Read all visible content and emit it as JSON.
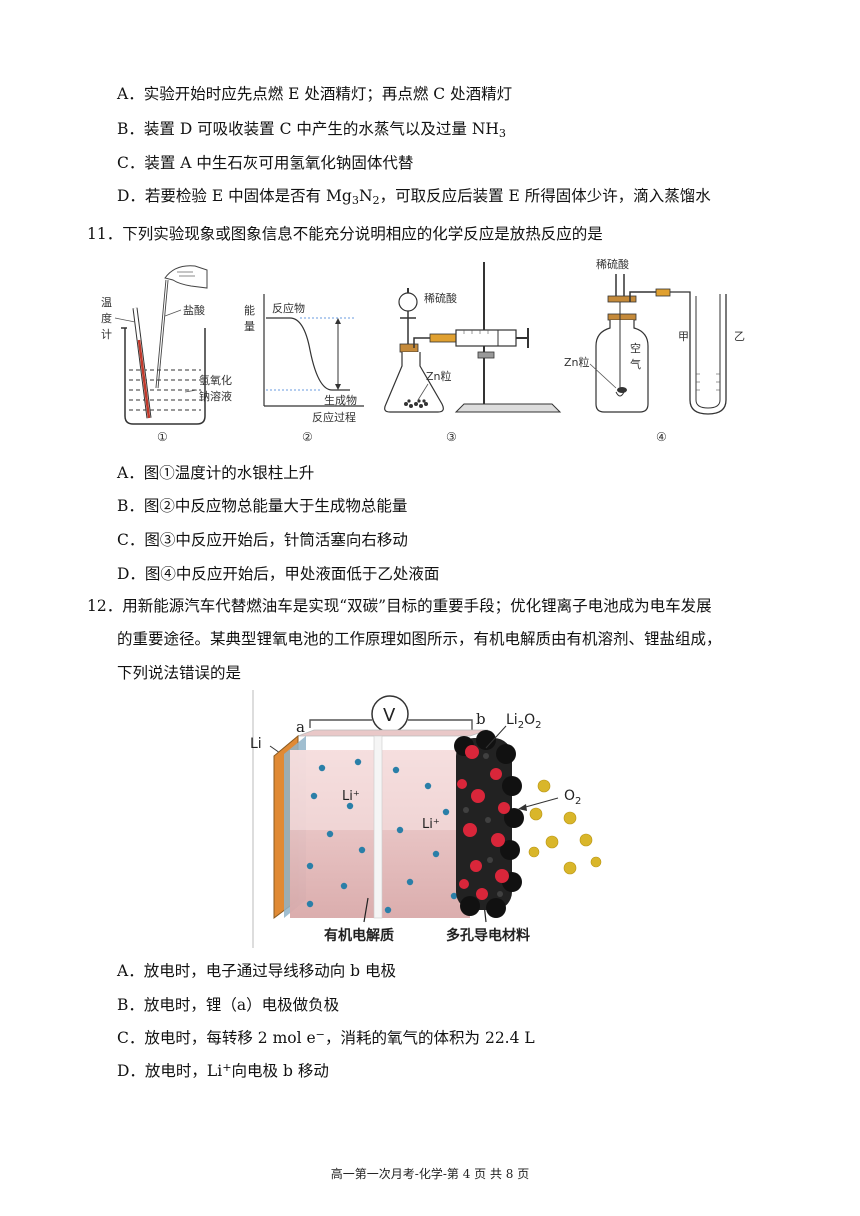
{
  "q10": {
    "A": "A．实验开始时应先点燃 E 处酒精灯；再点燃 C 处酒精灯",
    "B": "B．装置 D 可吸收装置 C 中产生的水蒸气以及过量 NH",
    "B_sub": "3",
    "C": "C．装置 A 中生石灰可用氢氧化钠固体代替",
    "D_pre": "D．若要检验 E 中固体是否有 Mg",
    "D_sub1": "3",
    "D_mid": "N",
    "D_sub2": "2",
    "D_post": "，可取反应后装置 E 所得固体少许，滴入蒸馏水"
  },
  "q11": {
    "stem": "11．下列实验现象或图象信息不能充分说明相应的化学反应是放热反应的是",
    "fig1": {
      "label_temp1": "温",
      "label_temp2": "度",
      "label_temp3": "计",
      "label_acid": "盐酸",
      "label_naoh1": "氢氧化",
      "label_naoh2": "钠溶液",
      "num": "①"
    },
    "fig2": {
      "ylabel1": "能",
      "ylabel2": "量",
      "reactant": "反应物",
      "product": "生成物",
      "xlabel": "反应过程",
      "num": "②"
    },
    "fig3": {
      "acid": "稀硫酸",
      "zn": "Zn粒",
      "num": "③"
    },
    "fig4": {
      "acid": "稀硫酸",
      "zn": "Zn粒",
      "air1": "空",
      "air2": "气",
      "jia": "甲",
      "yi": "乙",
      "num": "④"
    },
    "A": "A．图①温度计的水银柱上升",
    "B": "B．图②中反应物总能量大于生成物总能量",
    "C": "C．图③中反应开始后，针筒活塞向右移动",
    "D": "D．图④中反应开始后，甲处液面低于乙处液面"
  },
  "q12": {
    "stem1": "12．用新能源汽车代替燃油车是实现“双碳”目标的重要手段；优化锂离子电池成为电车发展",
    "stem2": "的重要途径。某典型锂氧电池的工作原理如图所示，有机电解质由有机溶剂、锂盐组成，",
    "stem3": "下列说法错误的是",
    "fig": {
      "V": "V",
      "a": "a",
      "b": "b",
      "Li": "Li",
      "Li2O2": "Li",
      "Li2O2_sub1": "2",
      "Li2O2_o": "O",
      "Li2O2_sub2": "2",
      "O2": "O",
      "O2_sub": "2",
      "Liplus1": "Li⁺",
      "Liplus2": "Li⁺",
      "electrolyte": "有机电解质",
      "porous": "多孔导电材料"
    },
    "A": "A．放电时，电子通过导线移动向 b 电极",
    "B": "B．放电时，锂（a）电极做负极",
    "C_pre": "C．放电时，每转移 2 mol e",
    "C_sup": "−",
    "C_post": "，消耗的氧气的体积为 22.4 L",
    "D_pre": "D．放电时，Li",
    "D_sup": "+",
    "D_post": "向电极 b 移动"
  },
  "footer": "高一第一次月考-化学-第 4 页 共 8 页"
}
